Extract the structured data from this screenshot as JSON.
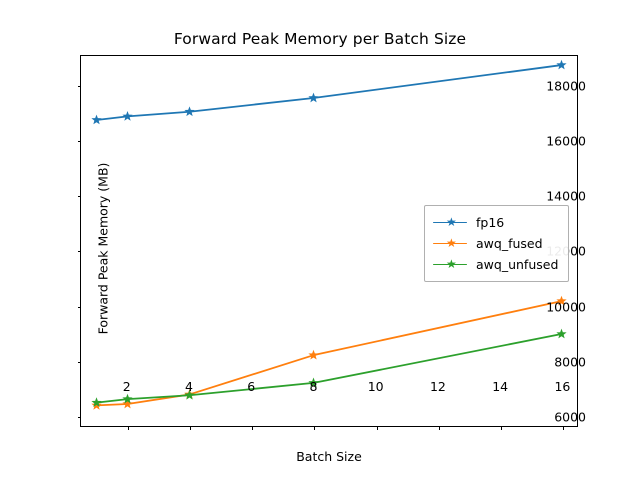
{
  "chart_data": {
    "type": "line",
    "title": "Forward Peak Memory per Batch Size",
    "xlabel": "Batch Size",
    "ylabel": "Forward Peak Memory (MB)",
    "x": [
      1,
      2,
      4,
      8,
      16
    ],
    "xlim": [
      0.5,
      16.5
    ],
    "ylim": [
      5600,
      19080
    ],
    "xticks": [
      2,
      4,
      6,
      8,
      10,
      12,
      14,
      16
    ],
    "xticklabels": [
      "2",
      "4",
      "6",
      "8",
      "10",
      "12",
      "14",
      "16"
    ],
    "yticks": [
      6000,
      8000,
      10000,
      12000,
      14000,
      16000,
      18000
    ],
    "yticklabels": [
      "6000",
      "8000",
      "10000",
      "12000",
      "14000",
      "16000",
      "18000"
    ],
    "grid": false,
    "legend_position": "center right",
    "marker": "star",
    "series": [
      {
        "name": "fp16",
        "color": "#1f77b4",
        "values": [
          16750,
          16880,
          17050,
          17550,
          18750
        ]
      },
      {
        "name": "awq_fused",
        "color": "#ff7f0e",
        "values": [
          6350,
          6400,
          6750,
          8180,
          10150
        ]
      },
      {
        "name": "awq_unfused",
        "color": "#2ca02c",
        "values": [
          6450,
          6580,
          6720,
          7170,
          8950
        ]
      }
    ]
  },
  "figure": {
    "background": "#ffffff",
    "axes_edge_color": "#000000",
    "legend_frame_color": "#b0b0b0"
  }
}
